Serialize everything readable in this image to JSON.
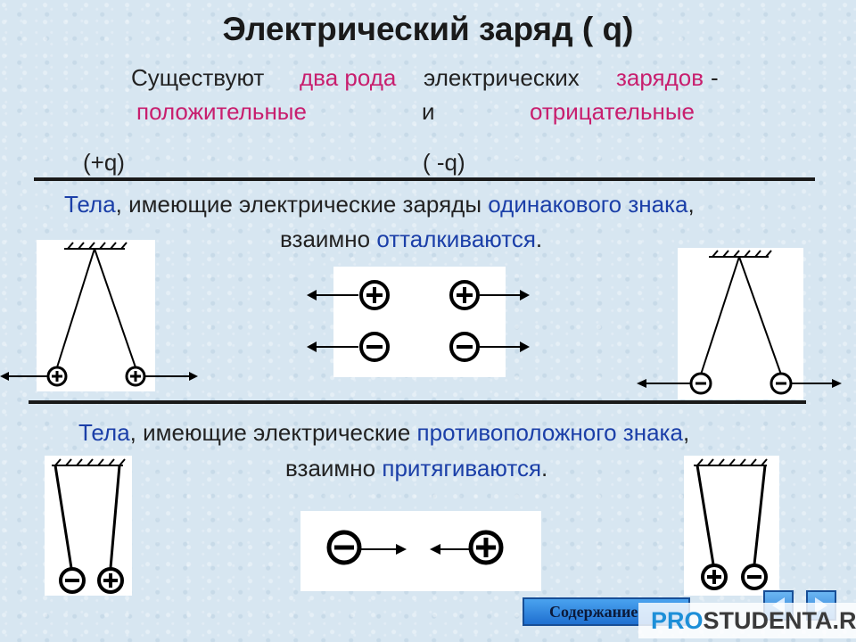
{
  "slide": {
    "title": "Электрический  заряд ( q)",
    "intro": {
      "line1_a": "Существуют",
      "line1_b": "два  рода",
      "line1_c": "электрических",
      "line1_d": "зарядов",
      "line1_e": "-",
      "positive": "положительные",
      "and": "и",
      "negative": "отрицательные",
      "pos_symbol": "(+q)",
      "neg_symbol": "( -q)"
    },
    "repel": {
      "w1": "Тела",
      "w2": ", имеющие  электрические  заряды",
      "w3": "одинакового знака",
      "w4": ",",
      "w5": "взаимно",
      "w6": "отталкиваются",
      "w7": "."
    },
    "attract": {
      "w1": "Тела",
      "w2": ", имеющие  электрические",
      "w3": "противоположного знака",
      "w4": ",",
      "w5": "взаимно",
      "w6": "притягиваются",
      "w7": "."
    }
  },
  "nav": {
    "contents_label": "Содержание",
    "prev_icon": "triangle-left-icon",
    "next_icon": "triangle-right-icon"
  },
  "watermark": {
    "pro": "PRO",
    "rest": "STUDENTA.RU"
  },
  "colors": {
    "accent": "#c81e6e",
    "link": "#1b3fa8",
    "background": "#d7e6f1"
  }
}
